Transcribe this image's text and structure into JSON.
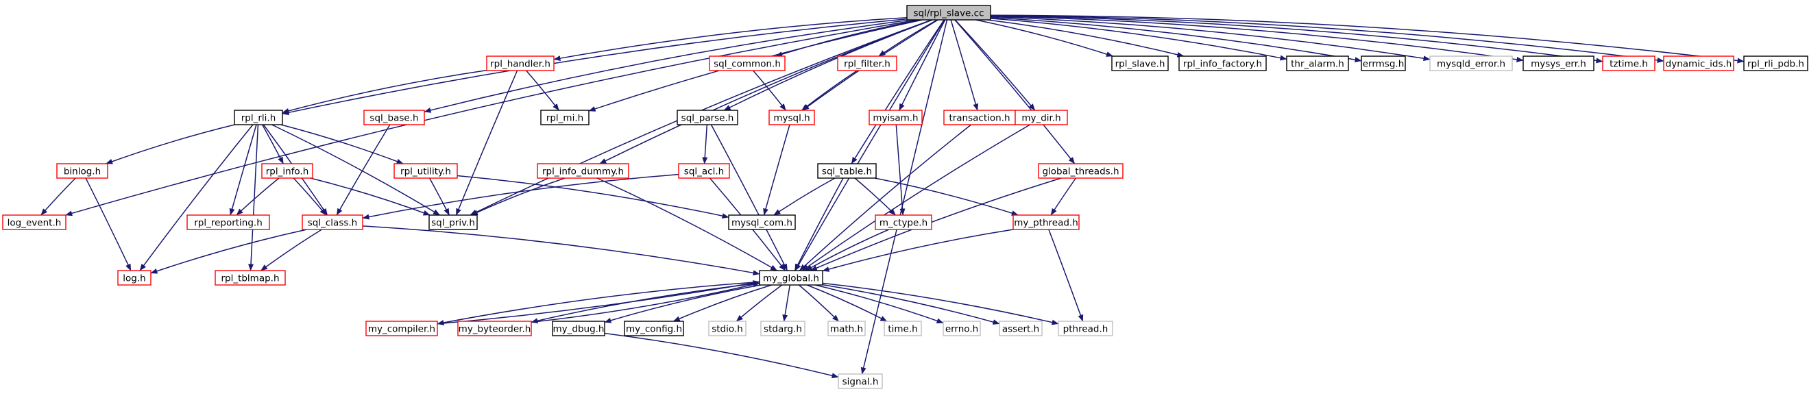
{
  "graph": {
    "root": "sql/rpl_slave.cc",
    "colors": {
      "edge": "#191970",
      "root_fill": "#bfbfbf",
      "linked_border": "#000000",
      "undocumented_border": "#ff0000",
      "missing_border": "#bfbfbf"
    },
    "nodes": [
      {
        "id": "n0",
        "label": "sql/rpl_slave.cc",
        "kind": "root"
      },
      {
        "id": "n1",
        "label": "rpl_handler.h",
        "kind": "undocumented"
      },
      {
        "id": "n2",
        "label": "sql_common.h",
        "kind": "undocumented"
      },
      {
        "id": "n3",
        "label": "rpl_filter.h",
        "kind": "undocumented"
      },
      {
        "id": "n4",
        "label": "rpl_slave.h",
        "kind": "linked"
      },
      {
        "id": "n5",
        "label": "rpl_info_factory.h",
        "kind": "linked"
      },
      {
        "id": "n6",
        "label": "thr_alarm.h",
        "kind": "linked"
      },
      {
        "id": "n7",
        "label": "errmsg.h",
        "kind": "linked"
      },
      {
        "id": "n8",
        "label": "mysqld_error.h",
        "kind": "missing"
      },
      {
        "id": "n9",
        "label": "mysys_err.h",
        "kind": "linked"
      },
      {
        "id": "n10",
        "label": "tztime.h",
        "kind": "undocumented"
      },
      {
        "id": "n11",
        "label": "dynamic_ids.h",
        "kind": "undocumented"
      },
      {
        "id": "n12",
        "label": "rpl_rli_pdb.h",
        "kind": "linked"
      },
      {
        "id": "n13",
        "label": "rpl_rli.h",
        "kind": "linked"
      },
      {
        "id": "n14",
        "label": "sql_base.h",
        "kind": "undocumented"
      },
      {
        "id": "n15",
        "label": "rpl_mi.h",
        "kind": "linked"
      },
      {
        "id": "n16",
        "label": "sql_parse.h",
        "kind": "linked"
      },
      {
        "id": "n17",
        "label": "mysql.h",
        "kind": "undocumented"
      },
      {
        "id": "n18",
        "label": "myisam.h",
        "kind": "undocumented"
      },
      {
        "id": "n19",
        "label": "transaction.h",
        "kind": "undocumented"
      },
      {
        "id": "n20",
        "label": "my_dir.h",
        "kind": "undocumented"
      },
      {
        "id": "n21",
        "label": "binlog.h",
        "kind": "undocumented"
      },
      {
        "id": "n22",
        "label": "rpl_info.h",
        "kind": "undocumented"
      },
      {
        "id": "n23",
        "label": "rpl_utility.h",
        "kind": "undocumented"
      },
      {
        "id": "n24",
        "label": "rpl_info_dummy.h",
        "kind": "undocumented"
      },
      {
        "id": "n25",
        "label": "sql_acl.h",
        "kind": "undocumented"
      },
      {
        "id": "n26",
        "label": "sql_table.h",
        "kind": "linked"
      },
      {
        "id": "n27",
        "label": "global_threads.h",
        "kind": "undocumented"
      },
      {
        "id": "n28",
        "label": "log_event.h",
        "kind": "undocumented"
      },
      {
        "id": "n29",
        "label": "rpl_reporting.h",
        "kind": "undocumented"
      },
      {
        "id": "n30",
        "label": "sql_class.h",
        "kind": "undocumented"
      },
      {
        "id": "n31",
        "label": "sql_priv.h",
        "kind": "linked"
      },
      {
        "id": "n32",
        "label": "mysql_com.h",
        "kind": "linked"
      },
      {
        "id": "n33",
        "label": "m_ctype.h",
        "kind": "undocumented"
      },
      {
        "id": "n34",
        "label": "my_pthread.h",
        "kind": "undocumented"
      },
      {
        "id": "n35",
        "label": "log.h",
        "kind": "undocumented"
      },
      {
        "id": "n36",
        "label": "rpl_tblmap.h",
        "kind": "undocumented"
      },
      {
        "id": "n37",
        "label": "my_global.h",
        "kind": "linked"
      },
      {
        "id": "n38",
        "label": "my_compiler.h",
        "kind": "undocumented"
      },
      {
        "id": "n39",
        "label": "my_byteorder.h",
        "kind": "undocumented"
      },
      {
        "id": "n40",
        "label": "my_dbug.h",
        "kind": "linked"
      },
      {
        "id": "n41",
        "label": "my_config.h",
        "kind": "linked"
      },
      {
        "id": "n42",
        "label": "stdio.h",
        "kind": "missing"
      },
      {
        "id": "n43",
        "label": "stdarg.h",
        "kind": "missing"
      },
      {
        "id": "n44",
        "label": "math.h",
        "kind": "missing"
      },
      {
        "id": "n45",
        "label": "time.h",
        "kind": "missing"
      },
      {
        "id": "n46",
        "label": "errno.h",
        "kind": "missing"
      },
      {
        "id": "n47",
        "label": "assert.h",
        "kind": "missing"
      },
      {
        "id": "n48",
        "label": "pthread.h",
        "kind": "missing"
      },
      {
        "id": "n49",
        "label": "signal.h",
        "kind": "missing"
      }
    ],
    "edges": [
      [
        "n0",
        "n1"
      ],
      [
        "n0",
        "n2"
      ],
      [
        "n0",
        "n3"
      ],
      [
        "n0",
        "n4"
      ],
      [
        "n0",
        "n5"
      ],
      [
        "n0",
        "n6"
      ],
      [
        "n0",
        "n7"
      ],
      [
        "n0",
        "n8"
      ],
      [
        "n0",
        "n9"
      ],
      [
        "n0",
        "n10"
      ],
      [
        "n0",
        "n11"
      ],
      [
        "n0",
        "n12"
      ],
      [
        "n0",
        "n13"
      ],
      [
        "n0",
        "n14"
      ],
      [
        "n0",
        "n15"
      ],
      [
        "n0",
        "n16"
      ],
      [
        "n0",
        "n17"
      ],
      [
        "n0",
        "n18"
      ],
      [
        "n0",
        "n19"
      ],
      [
        "n0",
        "n20"
      ],
      [
        "n0",
        "n24"
      ],
      [
        "n0",
        "n26"
      ],
      [
        "n0",
        "n27"
      ],
      [
        "n0",
        "n28"
      ],
      [
        "n0",
        "n31"
      ],
      [
        "n0",
        "n37"
      ],
      [
        "n0",
        "n49"
      ],
      [
        "n1",
        "n13"
      ],
      [
        "n1",
        "n15"
      ],
      [
        "n1",
        "n31"
      ],
      [
        "n2",
        "n17"
      ],
      [
        "n3",
        "n17"
      ],
      [
        "n13",
        "n21"
      ],
      [
        "n13",
        "n22"
      ],
      [
        "n13",
        "n23"
      ],
      [
        "n13",
        "n29"
      ],
      [
        "n13",
        "n30"
      ],
      [
        "n13",
        "n31"
      ],
      [
        "n13",
        "n35"
      ],
      [
        "n13",
        "n36"
      ],
      [
        "n14",
        "n30"
      ],
      [
        "n16",
        "n25"
      ],
      [
        "n16",
        "n37"
      ],
      [
        "n17",
        "n32"
      ],
      [
        "n18",
        "n33"
      ],
      [
        "n19",
        "n37"
      ],
      [
        "n20",
        "n37"
      ],
      [
        "n21",
        "n28"
      ],
      [
        "n21",
        "n35"
      ],
      [
        "n22",
        "n29"
      ],
      [
        "n22",
        "n30"
      ],
      [
        "n22",
        "n31"
      ],
      [
        "n23",
        "n31"
      ],
      [
        "n23",
        "n32"
      ],
      [
        "n24",
        "n31"
      ],
      [
        "n24",
        "n37"
      ],
      [
        "n25",
        "n30"
      ],
      [
        "n25",
        "n37"
      ],
      [
        "n26",
        "n32"
      ],
      [
        "n26",
        "n33"
      ],
      [
        "n26",
        "n34"
      ],
      [
        "n26",
        "n37"
      ],
      [
        "n27",
        "n34"
      ],
      [
        "n27",
        "n37"
      ],
      [
        "n30",
        "n35"
      ],
      [
        "n30",
        "n36"
      ],
      [
        "n30",
        "n37"
      ],
      [
        "n33",
        "n37"
      ],
      [
        "n34",
        "n37"
      ],
      [
        "n34",
        "n48"
      ],
      [
        "n37",
        "n38"
      ],
      [
        "n37",
        "n39"
      ],
      [
        "n37",
        "n40"
      ],
      [
        "n37",
        "n41"
      ],
      [
        "n37",
        "n42"
      ],
      [
        "n37",
        "n43"
      ],
      [
        "n37",
        "n44"
      ],
      [
        "n37",
        "n45"
      ],
      [
        "n37",
        "n46"
      ],
      [
        "n37",
        "n47"
      ],
      [
        "n37",
        "n48"
      ],
      [
        "n38",
        "n37"
      ],
      [
        "n39",
        "n37"
      ],
      [
        "n40",
        "n49"
      ]
    ]
  }
}
